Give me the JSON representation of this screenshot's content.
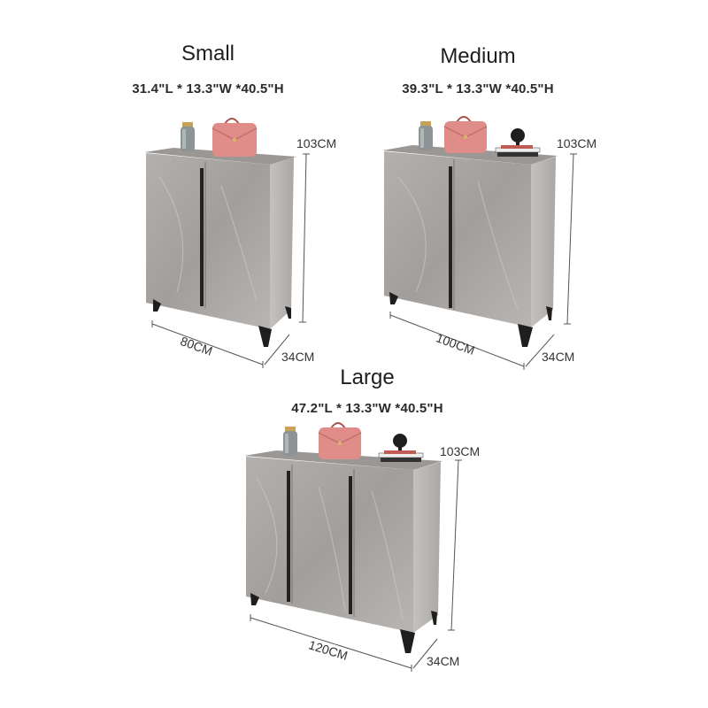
{
  "sizes": {
    "small": {
      "name": "Small",
      "dimensions": "31.4\"L * 13.3\"W *40.5\"H",
      "height": "103CM",
      "length": "80CM",
      "depth": "34CM"
    },
    "medium": {
      "name": "Medium",
      "dimensions": "39.3\"L * 13.3\"W *40.5\"H",
      "height": "103CM",
      "length": "100CM",
      "depth": "34CM"
    },
    "large": {
      "name": "Large",
      "dimensions": "47.2\"L * 13.3\"W *40.5\"H",
      "height": "103CM",
      "length": "120CM",
      "depth": "34CM"
    }
  },
  "colors": {
    "marble": "#a9a6a3",
    "marble_dark": "#8f8c89",
    "handle": "#222222",
    "bag": "#e08c88"
  },
  "icons": [
    "vase-icon",
    "handbag-icon",
    "sculpture-icon",
    "book-stack-icon"
  ]
}
